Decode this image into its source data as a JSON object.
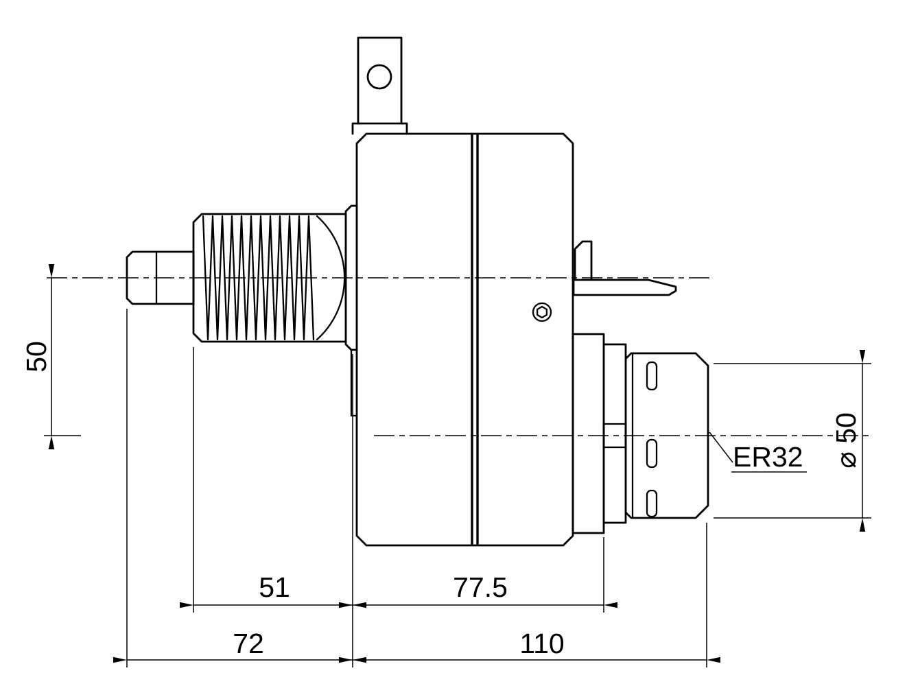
{
  "drawing": {
    "labels": {
      "collet_type": "ER32"
    },
    "dimensions": {
      "axis_distance": "50",
      "thread_length": "51",
      "shank_overall": "72",
      "body_length": "77.5",
      "output_overall": "110",
      "nut_diameter": "⌀ 50"
    },
    "colors": {
      "line": "#000000",
      "background": "#ffffff"
    }
  }
}
